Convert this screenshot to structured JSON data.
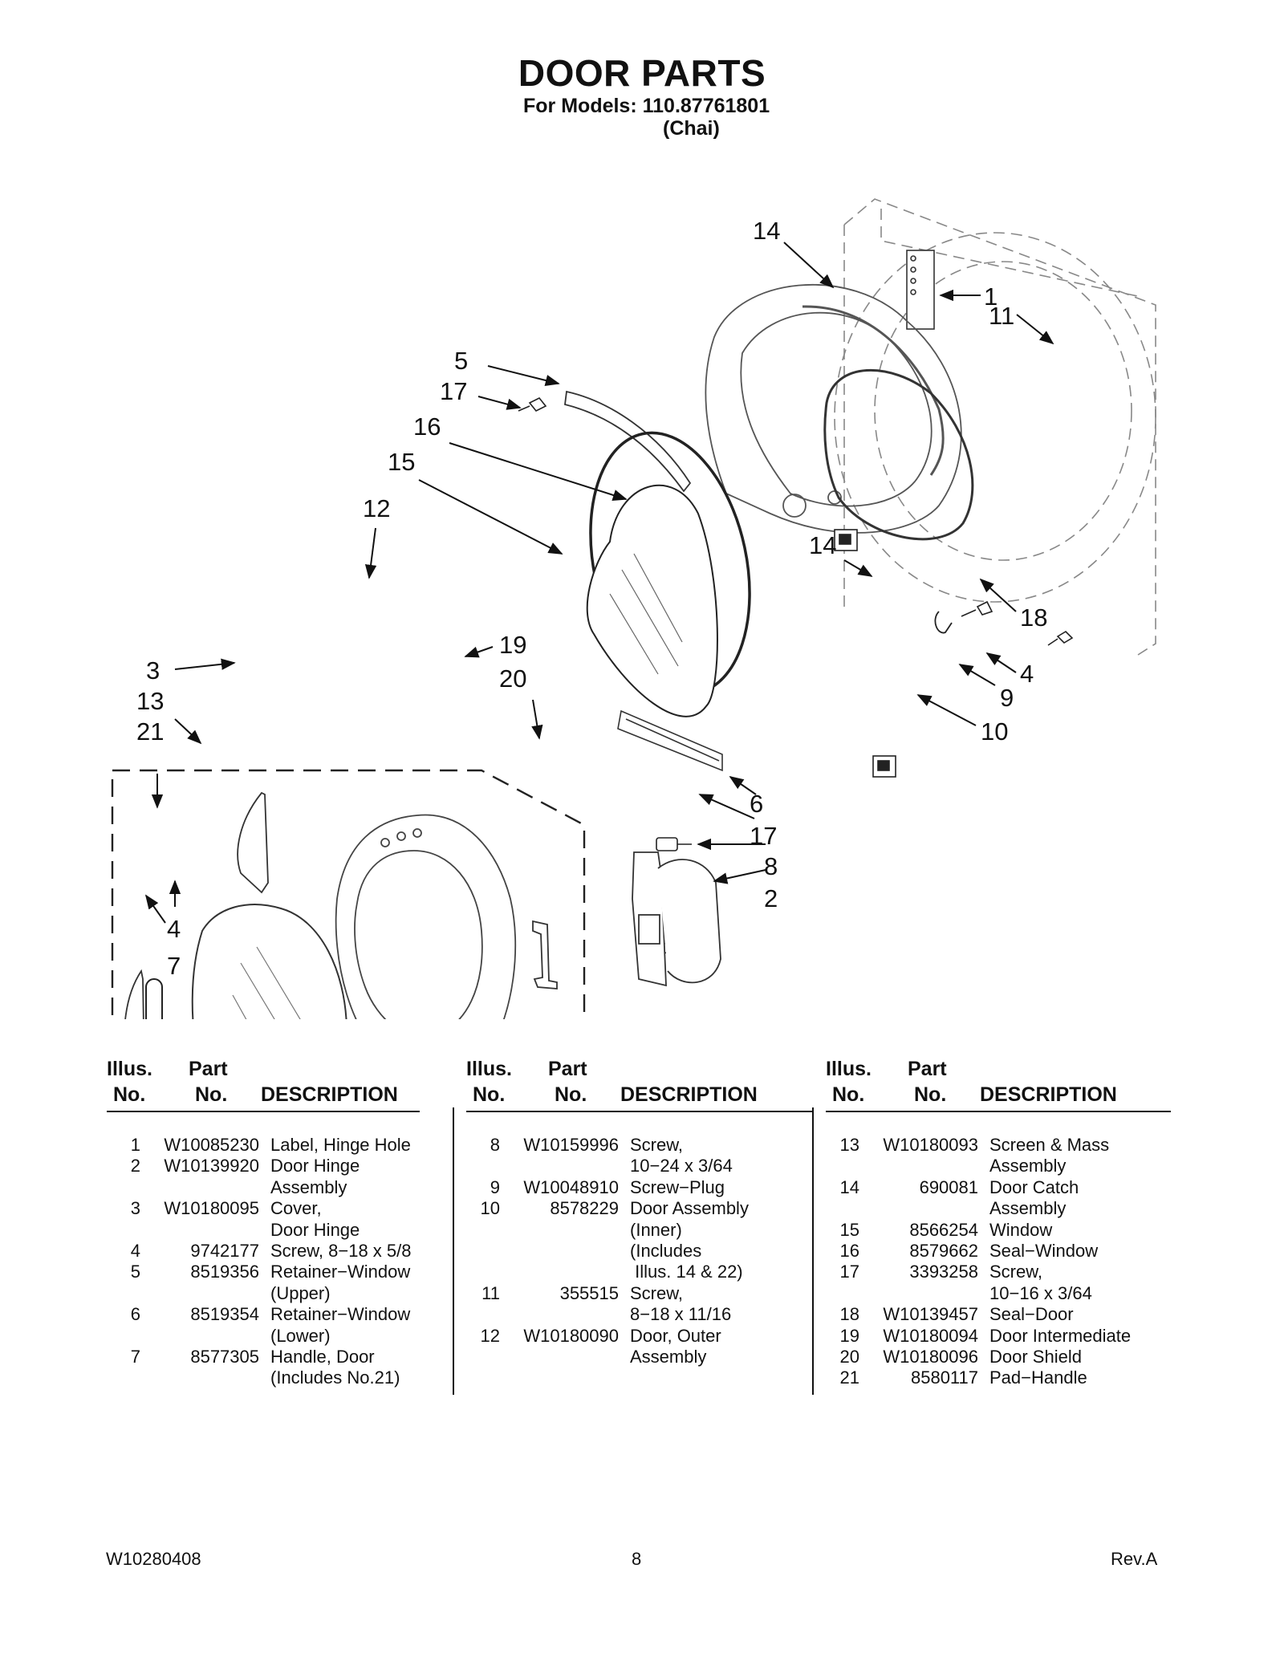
{
  "page": {
    "title": "DOOR PARTS",
    "models_line": "For Models: 110.87761801",
    "variant": "(Chai)"
  },
  "callouts": [
    "14",
    "1",
    "11",
    "5",
    "17",
    "16",
    "15",
    "12",
    "14",
    "18",
    "4",
    "9",
    "10",
    "3",
    "19",
    "20",
    "13",
    "21",
    "6",
    "17",
    "8",
    "2",
    "4",
    "7"
  ],
  "table": {
    "headers": {
      "illus": "Illus.",
      "no": "No.",
      "part": "Part",
      "part_no": "No.",
      "description": "DESCRIPTION"
    },
    "columns": [
      [
        {
          "no": "1",
          "part": "W10085230",
          "desc": [
            "Label, Hinge Hole"
          ]
        },
        {
          "no": "2",
          "part": "W10139920",
          "desc": [
            "Door Hinge",
            "Assembly"
          ]
        },
        {
          "no": "3",
          "part": "W10180095",
          "desc": [
            "Cover,",
            "Door Hinge"
          ]
        },
        {
          "no": "4",
          "part": "9742177",
          "desc": [
            "Screw, 8−18 x 5/8"
          ]
        },
        {
          "no": "5",
          "part": "8519356",
          "desc": [
            "Retainer−Window",
            "(Upper)"
          ]
        },
        {
          "no": "6",
          "part": "8519354",
          "desc": [
            "Retainer−Window",
            "(Lower)"
          ]
        },
        {
          "no": "7",
          "part": "8577305",
          "desc": [
            "Handle, Door",
            "(Includes No.21)"
          ]
        }
      ],
      [
        {
          "no": "8",
          "part": "W10159996",
          "desc": [
            "Screw,",
            "10−24 x 3/64"
          ]
        },
        {
          "no": "9",
          "part": "W10048910",
          "desc": [
            "Screw−Plug"
          ]
        },
        {
          "no": "10",
          "part": "8578229",
          "desc": [
            "Door Assembly",
            "(Inner)",
            "(Includes",
            " Illus. 14 & 22)"
          ]
        },
        {
          "no": "11",
          "part": "355515",
          "desc": [
            "Screw,",
            "8−18 x 11/16"
          ]
        },
        {
          "no": "12",
          "part": "W10180090",
          "desc": [
            "Door, Outer",
            "Assembly"
          ]
        }
      ],
      [
        {
          "no": "13",
          "part": "W10180093",
          "desc": [
            "Screen & Mass",
            "Assembly"
          ]
        },
        {
          "no": "14",
          "part": "690081",
          "desc": [
            "Door Catch",
            "Assembly"
          ]
        },
        {
          "no": "15",
          "part": "8566254",
          "desc": [
            "Window"
          ]
        },
        {
          "no": "16",
          "part": "8579662",
          "desc": [
            "Seal−Window"
          ]
        },
        {
          "no": "17",
          "part": "3393258",
          "desc": [
            "Screw,",
            "10−16 x 3/64"
          ]
        },
        {
          "no": "18",
          "part": "W10139457",
          "desc": [
            "Seal−Door"
          ]
        },
        {
          "no": "19",
          "part": "W10180094",
          "desc": [
            "Door Intermediate"
          ]
        },
        {
          "no": "20",
          "part": "W10180096",
          "desc": [
            "Door Shield"
          ]
        },
        {
          "no": "21",
          "part": "8580117",
          "desc": [
            "Pad−Handle"
          ]
        }
      ]
    ]
  },
  "footer": {
    "doc_number": "W10280408",
    "page_number": "8",
    "revision": "Rev.A"
  }
}
